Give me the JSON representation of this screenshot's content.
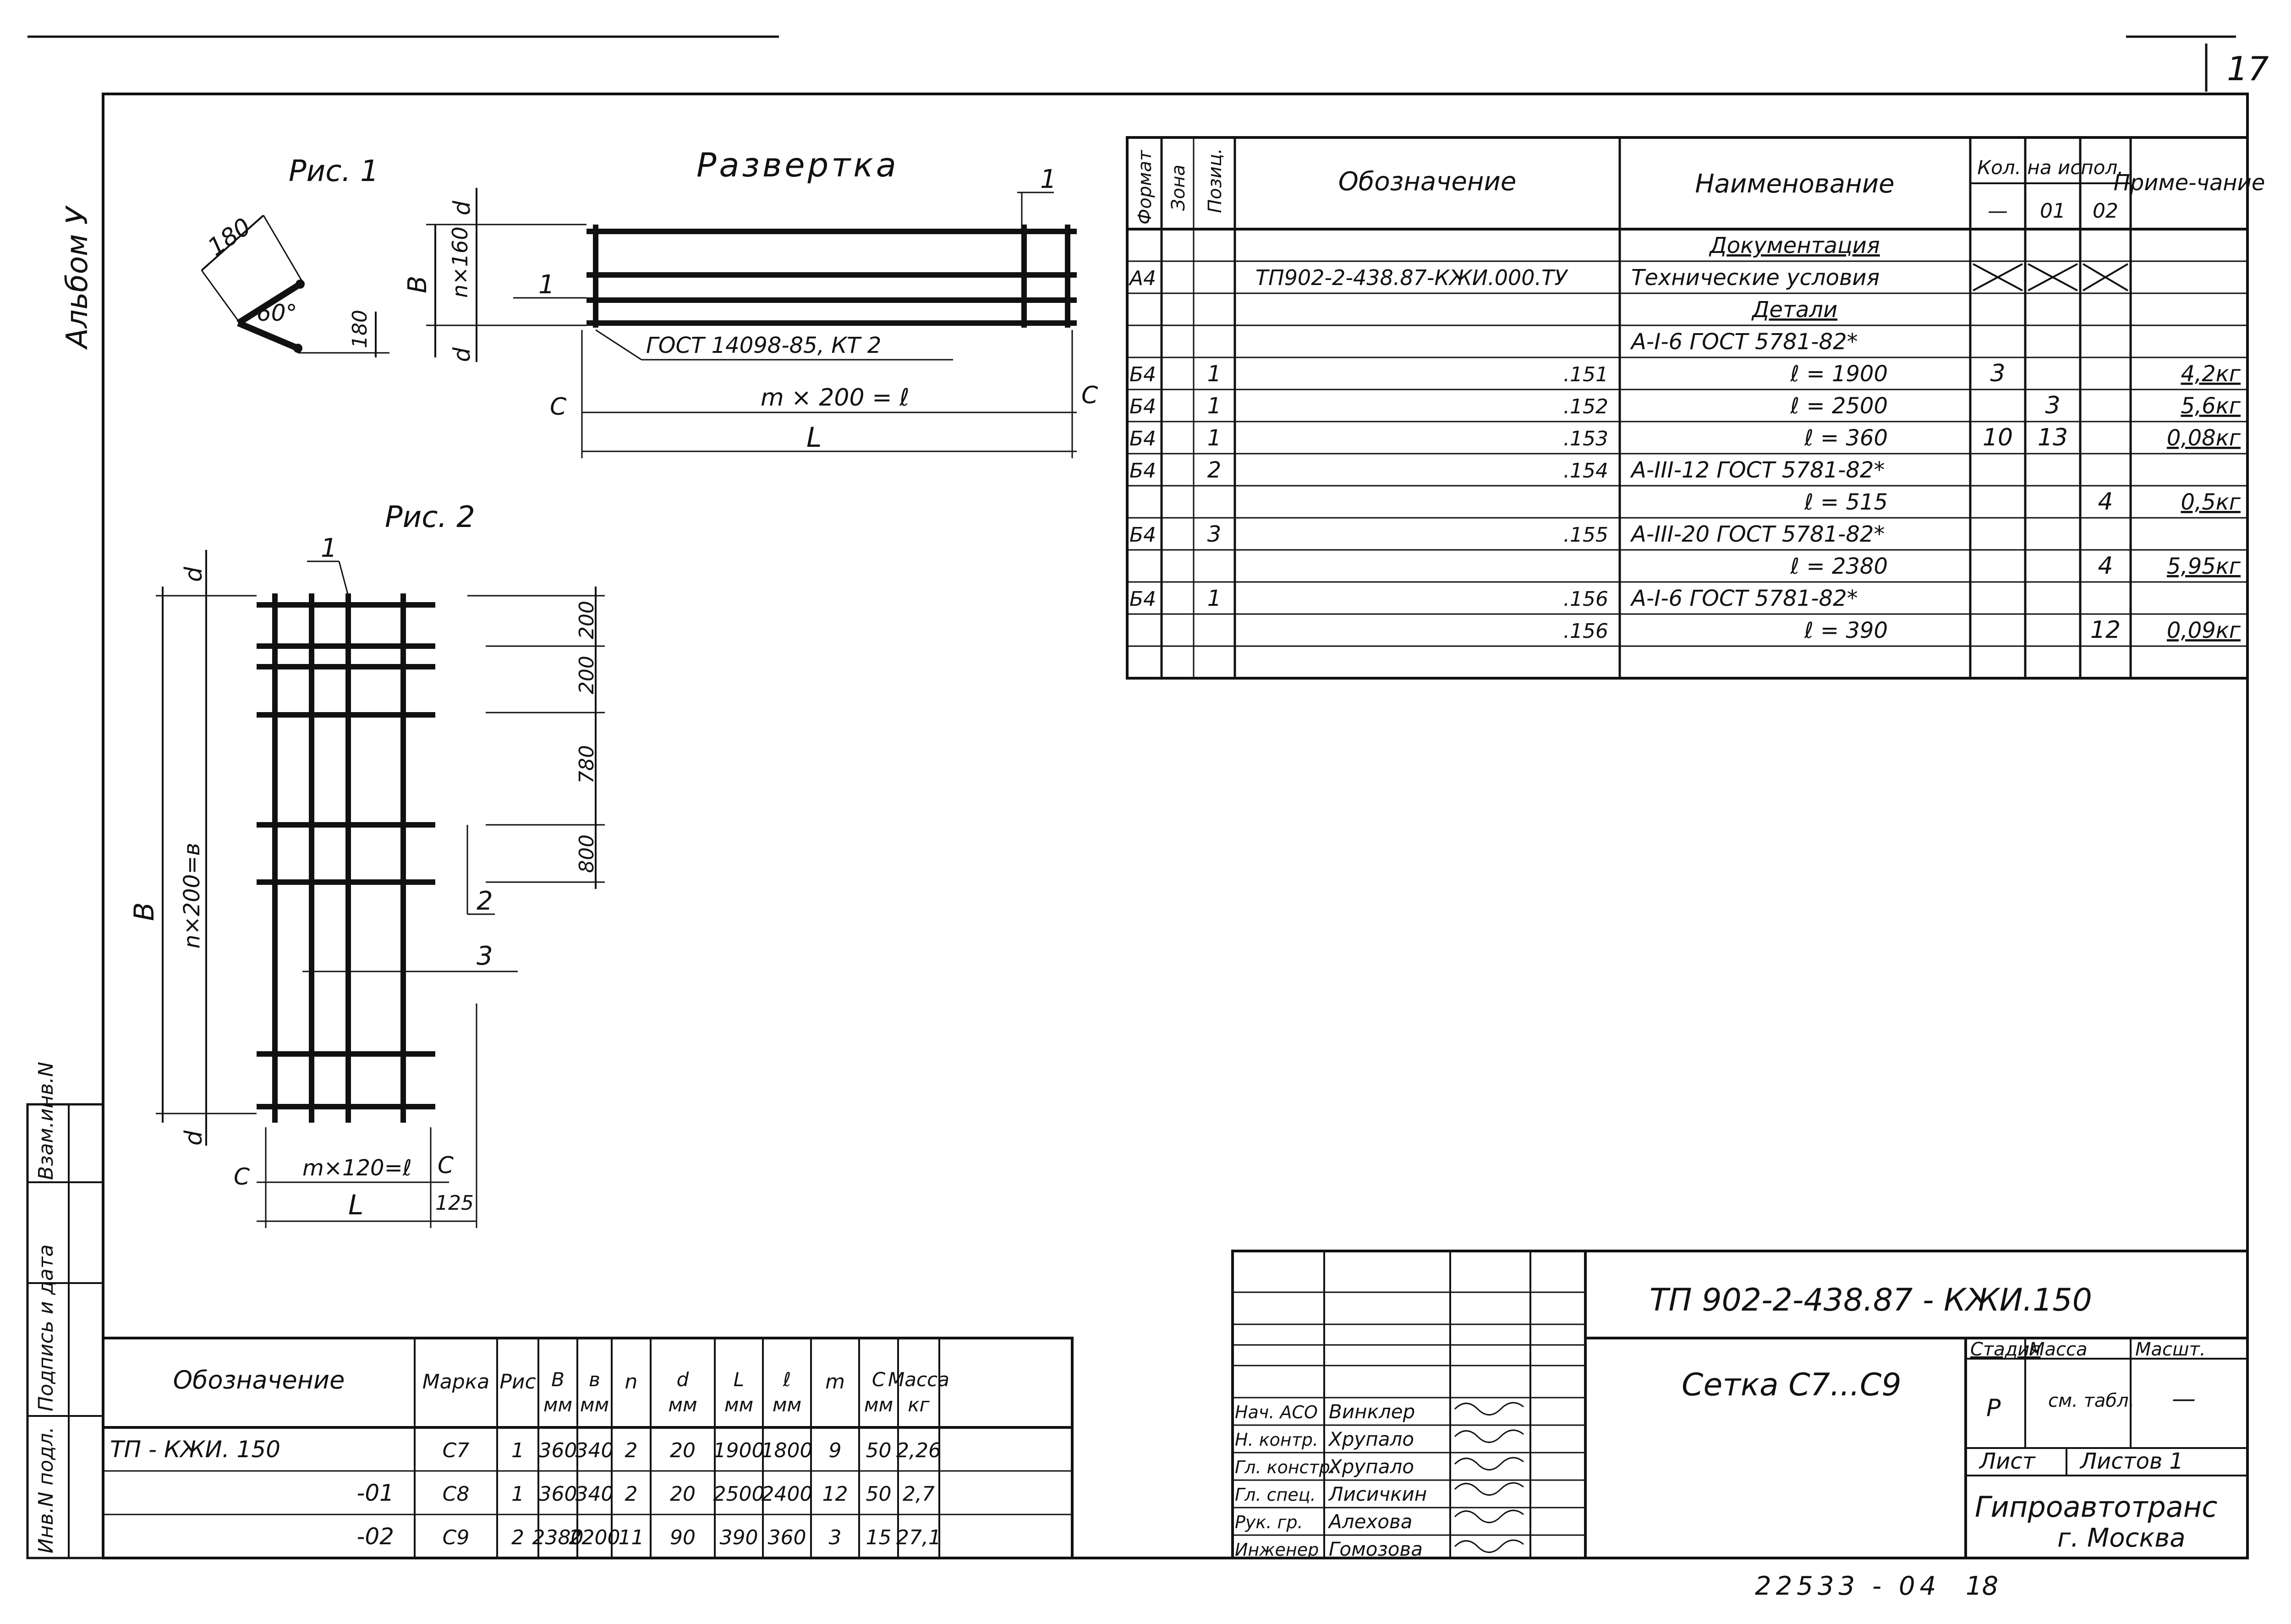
{
  "page_number": "17",
  "bottom_code": "22533 - 04",
  "bottom_num": "18",
  "album": "Альбом У",
  "side_stamp": [
    "Инв.N подл.",
    "Подпись и дата",
    "Взам.инв.N"
  ],
  "fig1": {
    "title": "Рис. 1",
    "dim_180a": "180",
    "dim_180b": "180",
    "angle": "60°"
  },
  "unfold": {
    "title": "Развертка",
    "dim_d": "d",
    "dim_b": "B",
    "dim_nx": "n×160",
    "pos1": "1",
    "gost_note": "ГОСТ 14098-85, КТ 2",
    "dim_c": "C",
    "dim_mx": "m × 200 = ℓ",
    "dim_L": "L"
  },
  "fig2": {
    "title": "Рис. 2",
    "dim_d": "d",
    "pos1": "1",
    "dim_B": "B",
    "dim_nx": "n×200=в",
    "dim_200a": "200",
    "dim_200b": "200",
    "dim_780": "780",
    "dim_200c": "800",
    "pos2": "2",
    "pos3": "3",
    "dim_c": "C",
    "dim_mx": "m×120=ℓ",
    "dim_L": "L",
    "dim_125": "125"
  },
  "spec": {
    "headers": {
      "format": "Формат",
      "zone": "Зона",
      "pos": "Позиц.",
      "designation": "Обозначение",
      "name": "Наименование",
      "qty": "Кол. на испол.",
      "q_dash": "—",
      "q_01": "01",
      "q_02": "02",
      "note": "Приме-чание"
    },
    "rows": [
      {
        "format": "",
        "pos": "",
        "des": "",
        "name": "Документация",
        "q0": "",
        "q1": "",
        "q2": "",
        "note": ""
      },
      {
        "format": "А4",
        "pos": "",
        "des": "ТП902-2-438.87-КЖИ.000.ТУ",
        "name": "Технические условия",
        "q0": "X",
        "q1": "X",
        "q2": "X",
        "note": ""
      },
      {
        "format": "",
        "pos": "",
        "des": "",
        "name": "Детали",
        "q0": "",
        "q1": "",
        "q2": "",
        "note": ""
      },
      {
        "format": "",
        "pos": "",
        "des": "",
        "name": "А-I-6 ГОСТ 5781-82*",
        "q0": "",
        "q1": "",
        "q2": "",
        "note": ""
      },
      {
        "format": "Б4",
        "pos": "1",
        "des": ".151",
        "name": "ℓ = 1900",
        "q0": "3",
        "q1": "",
        "q2": "",
        "note": "4,2кг"
      },
      {
        "format": "Б4",
        "pos": "1",
        "des": ".152",
        "name": "ℓ = 2500",
        "q0": "",
        "q1": "3",
        "q2": "",
        "note": "5,6кг"
      },
      {
        "format": "Б4",
        "pos": "1",
        "des": ".153",
        "name": "ℓ = 360",
        "q0": "10",
        "q1": "13",
        "q2": "",
        "note": "0,08кг"
      },
      {
        "format": "Б4",
        "pos": "2",
        "des": ".154",
        "name": "А-III-12 ГОСТ 5781-82*",
        "q0": "",
        "q1": "",
        "q2": "",
        "note": ""
      },
      {
        "format": "",
        "pos": "",
        "des": "",
        "name": "ℓ = 515",
        "q0": "",
        "q1": "",
        "q2": "4",
        "note": "0,5кг"
      },
      {
        "format": "Б4",
        "pos": "3",
        "des": ".155",
        "name": "А-III-20 ГОСТ 5781-82*",
        "q0": "",
        "q1": "",
        "q2": "",
        "note": ""
      },
      {
        "format": "",
        "pos": "",
        "des": "",
        "name": "ℓ = 2380",
        "q0": "",
        "q1": "",
        "q2": "4",
        "note": "5,95кг"
      },
      {
        "format": "Б4",
        "pos": "1",
        "des": ".156",
        "name": "А-I-6 ГОСТ 5781-82*",
        "q0": "",
        "q1": "",
        "q2": "",
        "note": ""
      },
      {
        "format": "",
        "pos": "",
        "des": ".156",
        "name": "ℓ = 390",
        "q0": "",
        "q1": "",
        "q2": "12",
        "note": "0,09кг"
      },
      {
        "format": "",
        "pos": "",
        "des": "",
        "name": "",
        "q0": "",
        "q1": "",
        "q2": "",
        "note": ""
      }
    ]
  },
  "params": {
    "headers": [
      "Обозначение",
      "Марка",
      "Рис",
      "B\nмм",
      "в\nмм",
      "n",
      "d\nмм",
      "L\nмм",
      "ℓ\nмм",
      "m",
      "С\nмм",
      "Масса\nкг"
    ],
    "rows": [
      [
        "ТП           - КЖИ. 150",
        "С7",
        "1",
        "360",
        "340",
        "2",
        "20",
        "1900",
        "1800",
        "9",
        "50",
        "2,26"
      ],
      [
        "-01",
        "С8",
        "1",
        "360",
        "340",
        "2",
        "20",
        "2500",
        "2400",
        "12",
        "50",
        "2,7"
      ],
      [
        "-02",
        "С9",
        "2",
        "2380",
        "2200",
        "11",
        "90",
        "390",
        "360",
        "3",
        "15",
        "27,1"
      ]
    ]
  },
  "title_block": {
    "doc_code": "ТП 902-2-438.87 - КЖИ.150",
    "name": "Сетка С7...С9",
    "stage_label": "Стадия",
    "mass_label": "Масса",
    "scale_label": "Масшт.",
    "stage": "Р",
    "mass": "см. табл.",
    "scale": "—",
    "sheet_label": "Лист",
    "sheets_label": "Листов 1",
    "org": "Гипроавтотранс",
    "city": "г. Москва",
    "people": [
      [
        "Нач. АСО",
        "Винклер"
      ],
      [
        "Н. контр.",
        "Хрупало"
      ],
      [
        "Гл. констр.",
        "Хрупало"
      ],
      [
        "Гл. спец.",
        "Лисичкин"
      ],
      [
        "Рук. гр.",
        "Алехова"
      ],
      [
        "Инженер",
        "Гомозова"
      ]
    ]
  }
}
